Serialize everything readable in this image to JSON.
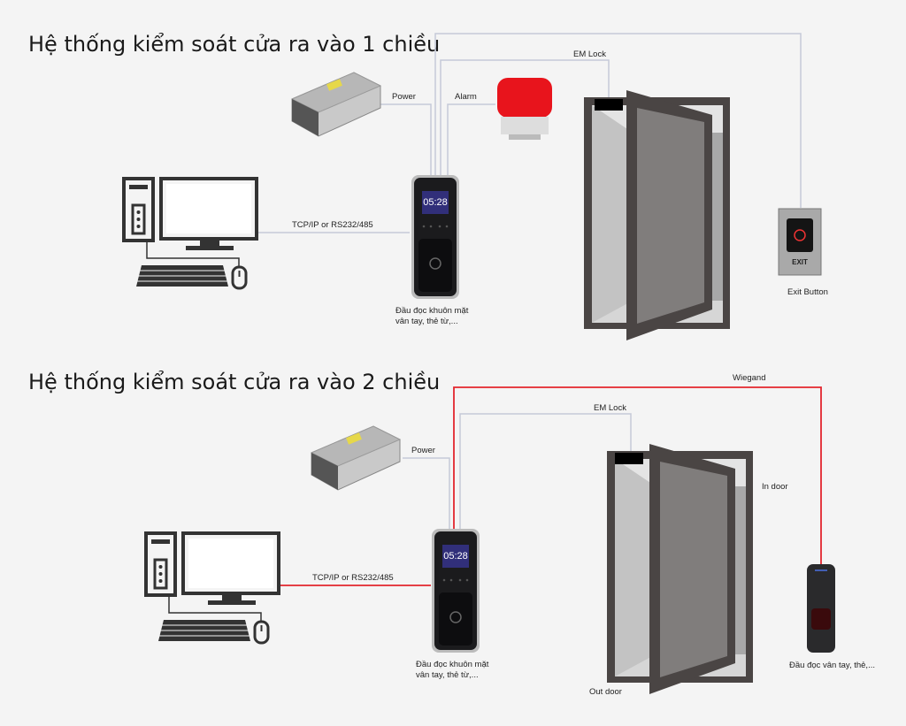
{
  "section1": {
    "title": "Hệ thống kiểm soát cửa ra vào 1 chiều",
    "power_label": "Power",
    "alarm_label": "Alarm",
    "emlock_label": "EM Lock",
    "tcp_label": "TCP/IP or RS232/485",
    "reader_clock": "05:28",
    "reader_caption_line1": "Đầu đọc khuôn mặt",
    "reader_caption_line2": "vân tay, thẻ từ,...",
    "exit_label": "Exit Button",
    "exit_text": "EXIT"
  },
  "section2": {
    "title": "Hệ thống kiểm soát cửa ra vào 2 chiều",
    "power_label": "Power",
    "emlock_label": "EM Lock",
    "wiegand_label": "Wiegand",
    "tcp_label": "TCP/IP or RS232/485",
    "reader_clock": "05:28",
    "reader_caption_line1": "Đầu đọc khuôn mặt",
    "reader_caption_line2": "vân tay, thẻ từ,...",
    "in_door_label": "In door",
    "out_door_label": "Out door",
    "slave_reader_caption": "Đầu đọc vân tay, thẻ,..."
  },
  "colors": {
    "wire": "#c5cad8",
    "wiegand": "#e3262e",
    "door": "#4a4544",
    "alarm": "#e8141c"
  }
}
